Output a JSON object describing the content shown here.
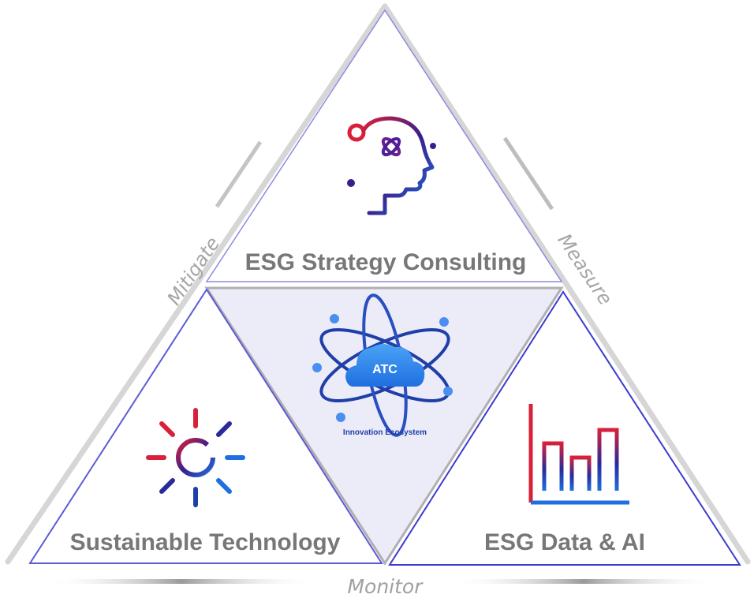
{
  "segments": {
    "top": {
      "label": "ESG Strategy Consulting",
      "icon": "head-atom-icon"
    },
    "left": {
      "label": "Sustainable Technology",
      "icon": "sun-icon"
    },
    "right": {
      "label": "ESG Data & AI",
      "icon": "bar-chart-icon"
    },
    "center": {
      "badge": "ATC",
      "caption": "Innovation Ecosystem",
      "icon": "cloud-atom-icon"
    }
  },
  "edges": {
    "left": "Mitigate",
    "right": "Measure",
    "bottom": "Monitor"
  },
  "colors": {
    "outline": "#5b5bd6",
    "center_fill": "#ecebf8",
    "gradient_start": "#d8203a",
    "gradient_end": "#1f6fe0"
  }
}
